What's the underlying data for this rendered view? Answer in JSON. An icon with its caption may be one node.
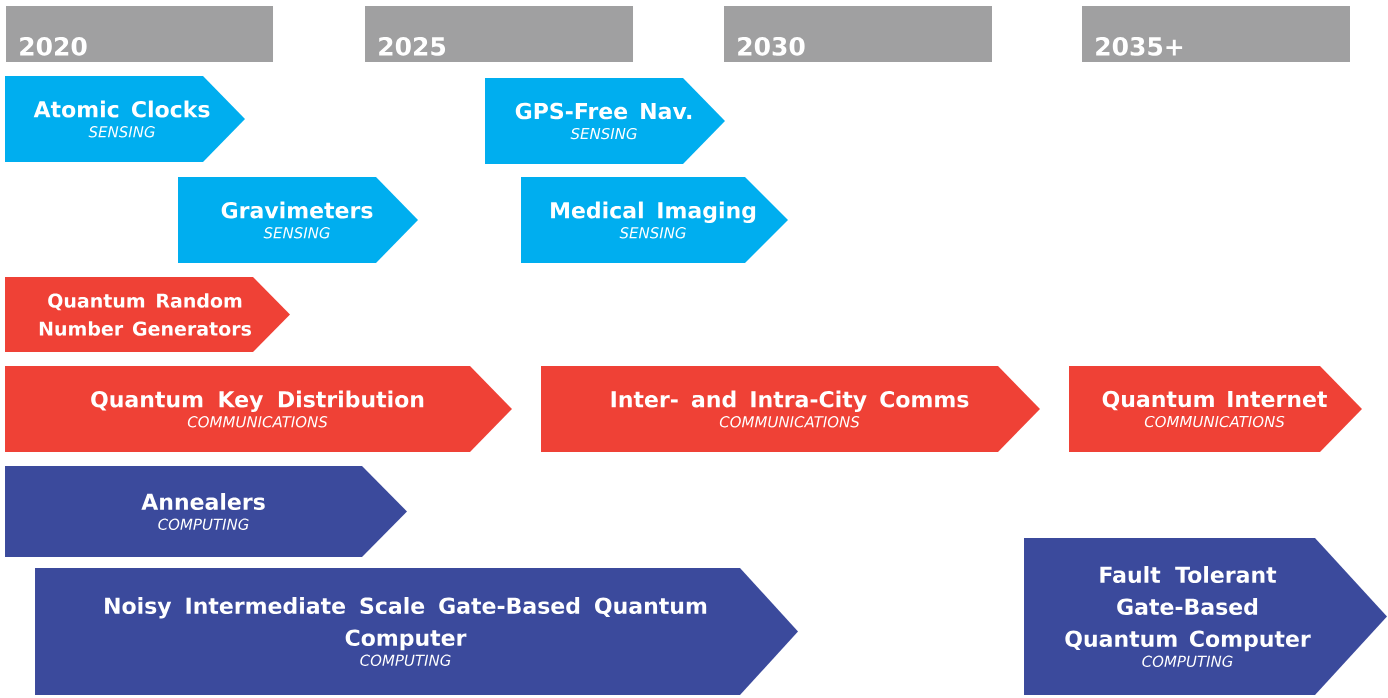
{
  "diagram": {
    "nodes": [
      {
        "text": [
          "2020"
        ]
      },
      {
        "text": [
          "2025"
        ]
      },
      {
        "text": [
          "2030"
        ]
      },
      {
        "text": [
          "2035+"
        ]
      },
      {
        "text": [
          "Atomic Clocks",
          "SENSING"
        ]
      },
      {
        "text": [
          "GPS-Free Nav.",
          "SENSING"
        ]
      },
      {
        "text": [
          "Gravimeters",
          "SENSING"
        ]
      },
      {
        "text": [
          "Medical Imaging",
          "SENSING"
        ]
      },
      {
        "text": [
          "Quantum Random Number Generators"
        ]
      },
      {
        "text": [
          "Quantum Key Distribution",
          "COMMUNICATIONS"
        ]
      },
      {
        "text": [
          "Inter- and Intra-City Comms",
          "COMMUNICATIONS"
        ]
      },
      {
        "text": [
          "Quantum Internet",
          "COMMUNICATIONS"
        ]
      },
      {
        "text": [
          "Annealers",
          "COMPUTING"
        ]
      },
      {
        "text": [
          "Noisy Intermediate Scale Gate-Based Quantum Computer",
          "COMPUTING"
        ]
      },
      {
        "text": [
          "Fault Tolerant Gate-Based Quantum Computer",
          "COMPUTING"
        ]
      }
    ]
  }
}
